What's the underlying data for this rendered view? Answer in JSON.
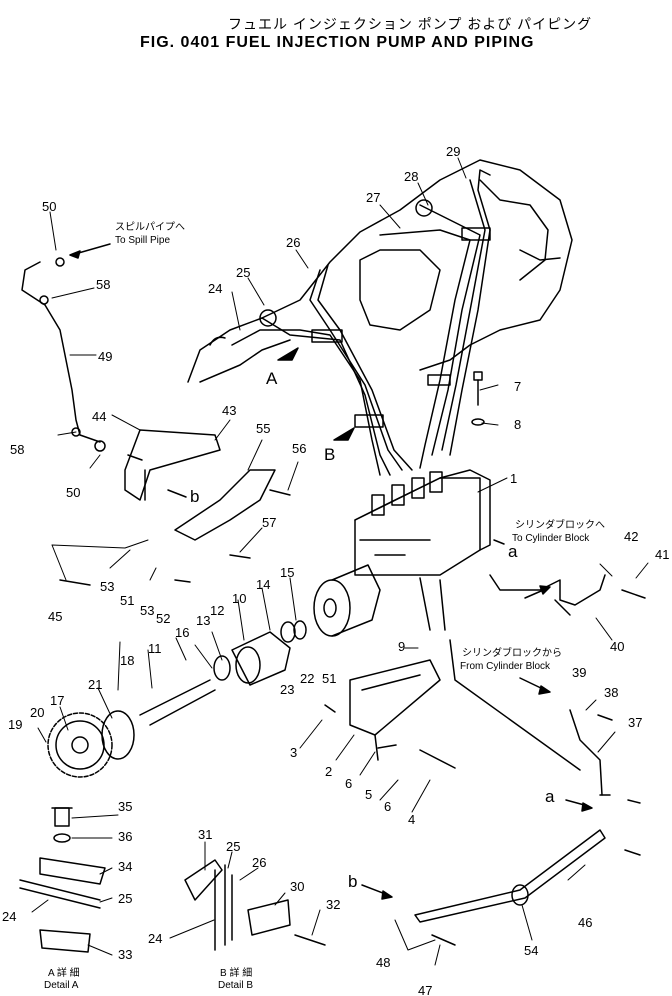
{
  "title": {
    "japanese": "フュエル インジェクション ポンプ および パイピング",
    "english": "FIG. 0401  FUEL INJECTION PUMP AND PIPING"
  },
  "notes": {
    "spill_pipe_jp": "スピルパイプへ",
    "spill_pipe_en": "To Spill Pipe",
    "cyl_to_jp": "シリンダブロックへ",
    "cyl_to_en": "To Cylinder Block",
    "cyl_from_jp": "シリンダブロックから",
    "cyl_from_en": "From Cylinder Block",
    "detail_a_jp": "A 詳 細",
    "detail_a_en": "Detail A",
    "detail_b_jp": "B 詳 細",
    "detail_b_en": "Detail B"
  },
  "view_markers": {
    "A": "A",
    "B": "B",
    "a": "a",
    "b": "b"
  },
  "callouts": {
    "c1": "1",
    "c2": "2",
    "c3": "3",
    "c4": "4",
    "c5": "5",
    "c6a": "6",
    "c6b": "6",
    "c7": "7",
    "c8": "8",
    "c9": "9",
    "c10": "10",
    "c11": "11",
    "c12": "12",
    "c13": "13",
    "c14": "14",
    "c15": "15",
    "c16": "16",
    "c17": "17",
    "c18": "18",
    "c19": "19",
    "c20": "20",
    "c21": "21",
    "c22": "22",
    "c23": "23",
    "c24": "24",
    "c25": "25",
    "c26": "26",
    "c27": "27",
    "c28": "28",
    "c29": "29",
    "c31": "31",
    "c25b": "25",
    "c26b": "26",
    "c30": "30",
    "c32": "32",
    "c24b": "24",
    "c33": "33",
    "c34": "34",
    "c35": "35",
    "c36": "36",
    "c25c": "25",
    "c24c": "24",
    "c37": "37",
    "c38": "38",
    "c39": "39",
    "c40": "40",
    "c41": "41",
    "c42": "42",
    "c43": "43",
    "c44": "44",
    "c45": "45",
    "c46": "46",
    "c47": "47",
    "c48": "48",
    "c49": "49",
    "c50": "50",
    "c50b": "50",
    "c51": "51",
    "c51b": "51",
    "c52": "52",
    "c53": "53",
    "c53b": "53",
    "c54": "54",
    "c55": "55",
    "c56": "56",
    "c57": "57",
    "c58": "58",
    "c58b": "58"
  }
}
